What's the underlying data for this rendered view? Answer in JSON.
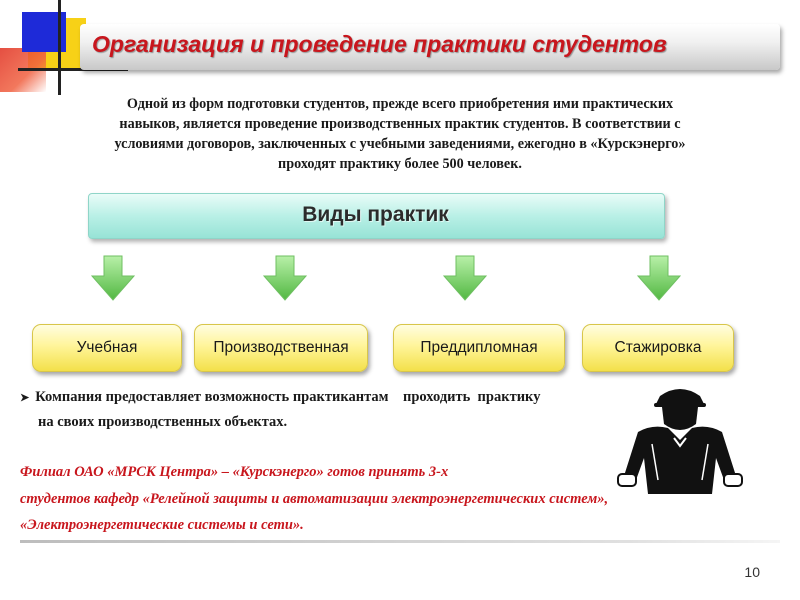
{
  "title": "Организация и проведение практики студентов",
  "intro": {
    "lines": [
      "Одной из форм подготовки студентов, прежде всего приобретения ими практических",
      "навыков, является проведение производственных практик студентов. В соответствии с",
      "условиями договоров, заключенных с учебными заведениями, ежегодно в «Курскэнерго»",
      "проходят практику более 500 человек."
    ]
  },
  "types": {
    "heading": "Виды практик",
    "items": [
      "Учебная",
      "Производственная",
      "Преддипломная",
      "Стажировка"
    ]
  },
  "bullet": {
    "line1": "Компания предоставляет возможность практикантам    проходить  практику",
    "line2": "на своих  производственных  объектах."
  },
  "offer": {
    "line1": "Филиал ОАО «МРСК Центра» – «Курскэнерго» готов принять 3-х",
    "line2": "студентов  кафедр «Релейной защиты и автоматизации электроэнергетических систем»,",
    "line3": "«Электроэнергетические  системы  и сети»."
  },
  "icons": {
    "arrow": "arrow-down-icon",
    "bullet": "triangle-bullet-icon",
    "worker": "worker-silhouette-icon"
  },
  "colors": {
    "title": "#c8161d",
    "offer": "#c8161d",
    "arrow": "#6fce5e",
    "pill": "#fff59a",
    "types_box": "#b9f0e6"
  },
  "page_number": "10"
}
